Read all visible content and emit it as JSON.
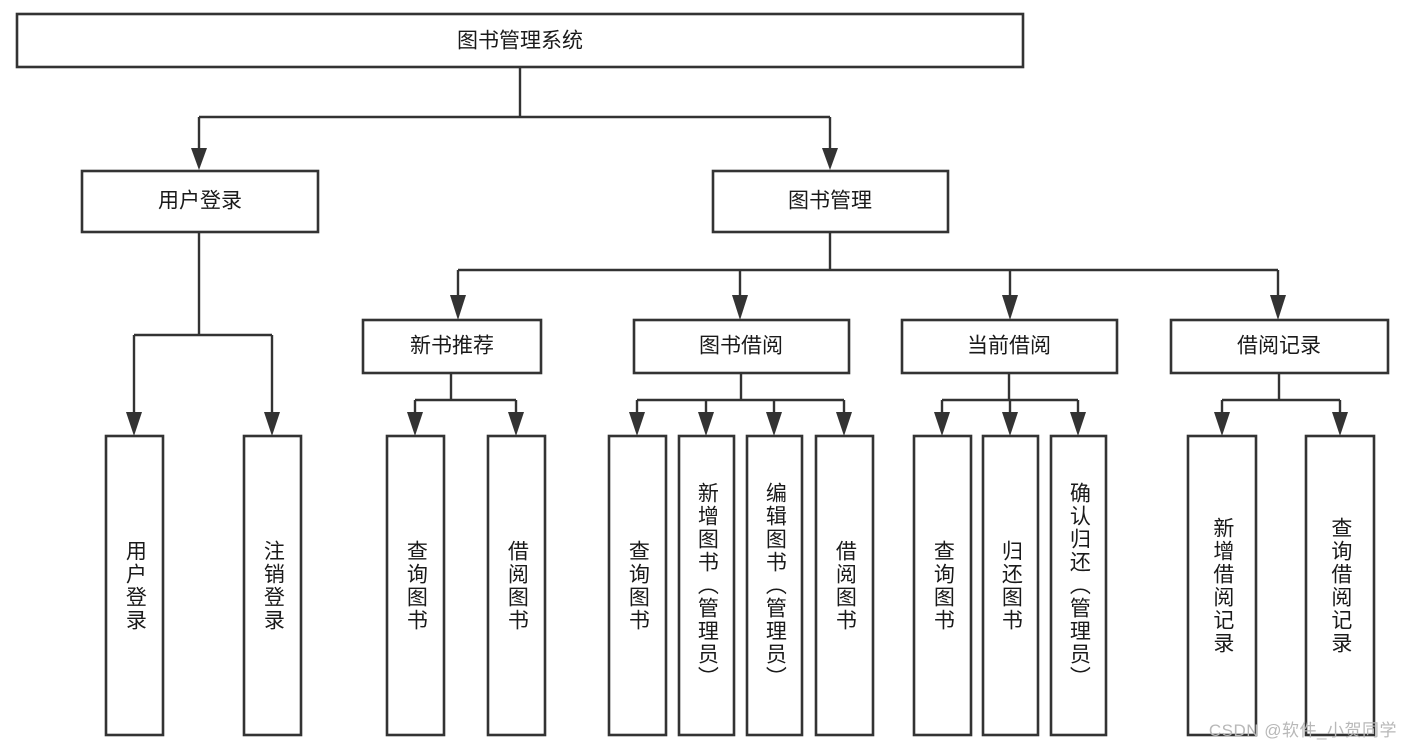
{
  "diagram": {
    "type": "tree",
    "title": "图书管理系统",
    "watermark": "CSDN @软件_小贺同学",
    "colors": {
      "box_stroke": "#333333",
      "box_fill": "#ffffff",
      "text": "#1a1a1a",
      "connector": "#333333",
      "watermark": "#b8b8b8",
      "background": "#ffffff"
    },
    "levels": {
      "root": "图书管理系统",
      "level2": [
        "用户登录",
        "图书管理"
      ],
      "level3": [
        "新书推荐",
        "图书借阅",
        "当前借阅",
        "借阅记录"
      ]
    },
    "nodes": {
      "root": {
        "label": "图书管理系统",
        "orientation": "horizontal"
      },
      "user_login": {
        "label": "用户登录",
        "orientation": "horizontal"
      },
      "book_manage": {
        "label": "图书管理",
        "orientation": "horizontal"
      },
      "new_book_rec": {
        "label": "新书推荐",
        "orientation": "horizontal"
      },
      "book_borrow": {
        "label": "图书借阅",
        "orientation": "horizontal"
      },
      "current_borrow": {
        "label": "当前借阅",
        "orientation": "horizontal"
      },
      "borrow_record": {
        "label": "借阅记录",
        "orientation": "horizontal"
      },
      "leaf_user_login": {
        "label": "用户登录",
        "orientation": "vertical"
      },
      "leaf_logout": {
        "label": "注销登录",
        "orientation": "vertical"
      },
      "leaf_query_book_a": {
        "label": "查询图书",
        "orientation": "vertical"
      },
      "leaf_borrow_book_a": {
        "label": "借阅图书",
        "orientation": "vertical"
      },
      "leaf_query_book_b": {
        "label": "查询图书",
        "orientation": "vertical"
      },
      "leaf_add_book": {
        "label": "新增图书（管理员）",
        "orientation": "vertical"
      },
      "leaf_edit_book": {
        "label": "编辑图书（管理员）",
        "orientation": "vertical"
      },
      "leaf_borrow_book_b": {
        "label": "借阅图书",
        "orientation": "vertical"
      },
      "leaf_query_book_c": {
        "label": "查询图书",
        "orientation": "vertical"
      },
      "leaf_return_book": {
        "label": "归还图书",
        "orientation": "vertical"
      },
      "leaf_confirm_return": {
        "label": "确认归还（管理员）",
        "orientation": "vertical"
      },
      "leaf_add_record": {
        "label": "新增借阅记录",
        "orientation": "vertical"
      },
      "leaf_query_record": {
        "label": "查询借阅记录",
        "orientation": "vertical"
      }
    },
    "edges": [
      {
        "from": "图书管理系统",
        "to": "用户登录"
      },
      {
        "from": "图书管理系统",
        "to": "图书管理"
      },
      {
        "from": "用户登录",
        "to": "用户登录"
      },
      {
        "from": "用户登录",
        "to": "注销登录"
      },
      {
        "from": "图书管理",
        "to": "新书推荐"
      },
      {
        "from": "图书管理",
        "to": "图书借阅"
      },
      {
        "from": "图书管理",
        "to": "当前借阅"
      },
      {
        "from": "图书管理",
        "to": "借阅记录"
      },
      {
        "from": "新书推荐",
        "to": "查询图书"
      },
      {
        "from": "新书推荐",
        "to": "借阅图书"
      },
      {
        "from": "图书借阅",
        "to": "查询图书"
      },
      {
        "from": "图书借阅",
        "to": "新增图书（管理员）"
      },
      {
        "from": "图书借阅",
        "to": "编辑图书（管理员）"
      },
      {
        "from": "图书借阅",
        "to": "借阅图书"
      },
      {
        "from": "当前借阅",
        "to": "查询图书"
      },
      {
        "from": "当前借阅",
        "to": "归还图书"
      },
      {
        "from": "当前借阅",
        "to": "确认归还（管理员）"
      },
      {
        "from": "借阅记录",
        "to": "新增借阅记录"
      },
      {
        "from": "借阅记录",
        "to": "查询借阅记录"
      }
    ]
  }
}
